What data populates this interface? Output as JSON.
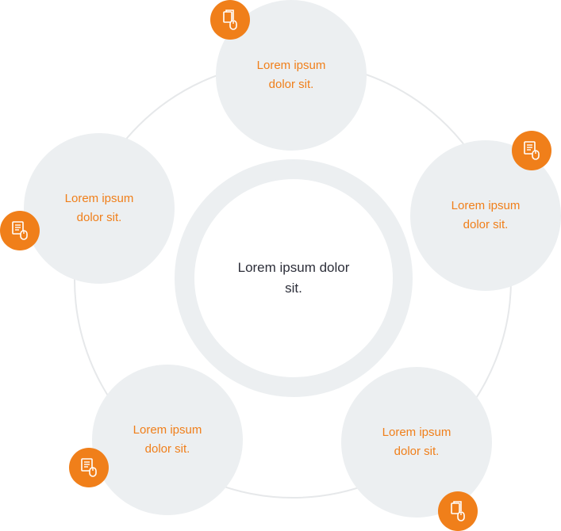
{
  "colors": {
    "accent": "#f07f1a",
    "node_fill": "#eceff1",
    "ring_line": "#e6e8ea",
    "center_text": "#2d2f3a"
  },
  "center": {
    "label": "Lorem ipsum dolor sit."
  },
  "nodes": [
    {
      "label": "Lorem ipsum dolor sit.",
      "icon": "document-mouse-icon"
    },
    {
      "label": "Lorem ipsum dolor sit.",
      "icon": "document-list-mouse-icon"
    },
    {
      "label": "Lorem ipsum dolor sit.",
      "icon": "document-mouse-icon"
    },
    {
      "label": "Lorem ipsum dolor sit.",
      "icon": "document-list-mouse-icon"
    },
    {
      "label": "Lorem ipsum dolor sit.",
      "icon": "document-list-mouse-icon"
    }
  ]
}
